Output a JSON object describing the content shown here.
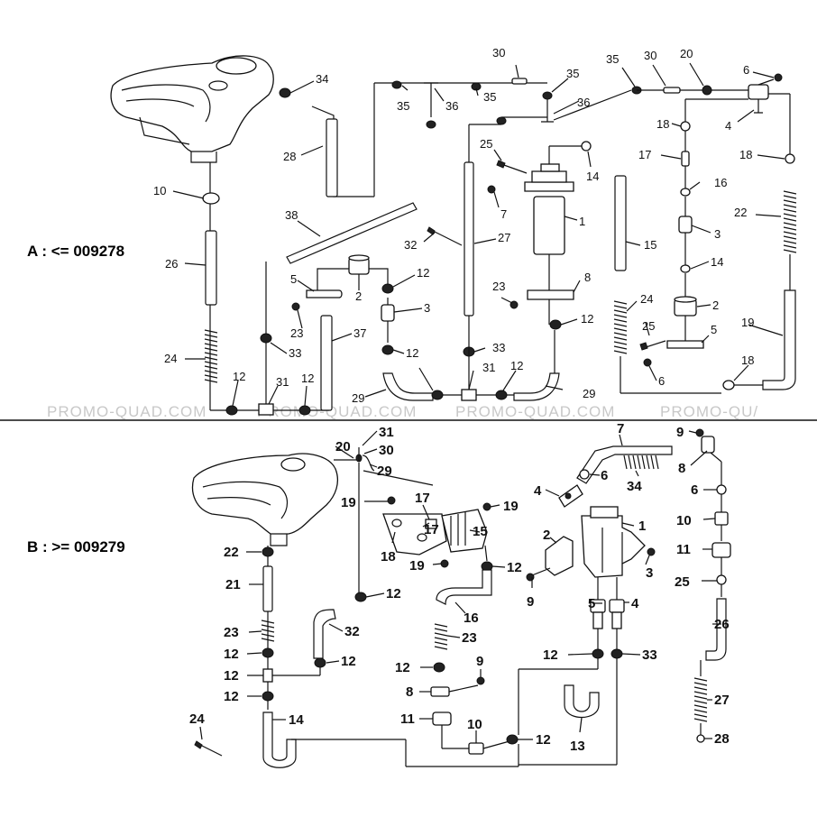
{
  "sections": [
    {
      "id": "A",
      "label": "A : <= 009278"
    },
    {
      "id": "B",
      "label": "B : >= 009279"
    }
  ],
  "watermark": [
    "PROMO-QUAD.COM",
    "PROMO-QUAD.COM",
    "PROMO-QUAD.COM",
    "PROMO-QU/"
  ],
  "callouts_a": [
    "34",
    "28",
    "10",
    "26",
    "24",
    "12",
    "31",
    "12",
    "33",
    "38",
    "5",
    "23",
    "2",
    "12",
    "3",
    "37",
    "12",
    "29",
    "31",
    "12",
    "29",
    "35",
    "36",
    "35",
    "36",
    "30",
    "35",
    "25",
    "7",
    "14",
    "1",
    "27",
    "32",
    "23",
    "8",
    "12",
    "33",
    "15",
    "24",
    "35",
    "30",
    "20",
    "6",
    "18",
    "4",
    "18",
    "17",
    "16",
    "22",
    "3",
    "14",
    "2",
    "25",
    "5",
    "6",
    "19",
    "18"
  ],
  "callouts_b": [
    "31",
    "30",
    "29",
    "20",
    "7",
    "9",
    "8",
    "6",
    "34",
    "4",
    "1",
    "2",
    "3",
    "6",
    "10",
    "5",
    "4",
    "11",
    "25",
    "19",
    "17",
    "19",
    "17",
    "15",
    "18",
    "19",
    "12",
    "22",
    "21",
    "12",
    "16",
    "9",
    "32",
    "23",
    "23",
    "12",
    "12",
    "12",
    "12",
    "33",
    "12",
    "12",
    "9",
    "8",
    "11",
    "10",
    "12",
    "24",
    "14",
    "13",
    "26",
    "27",
    "28"
  ]
}
